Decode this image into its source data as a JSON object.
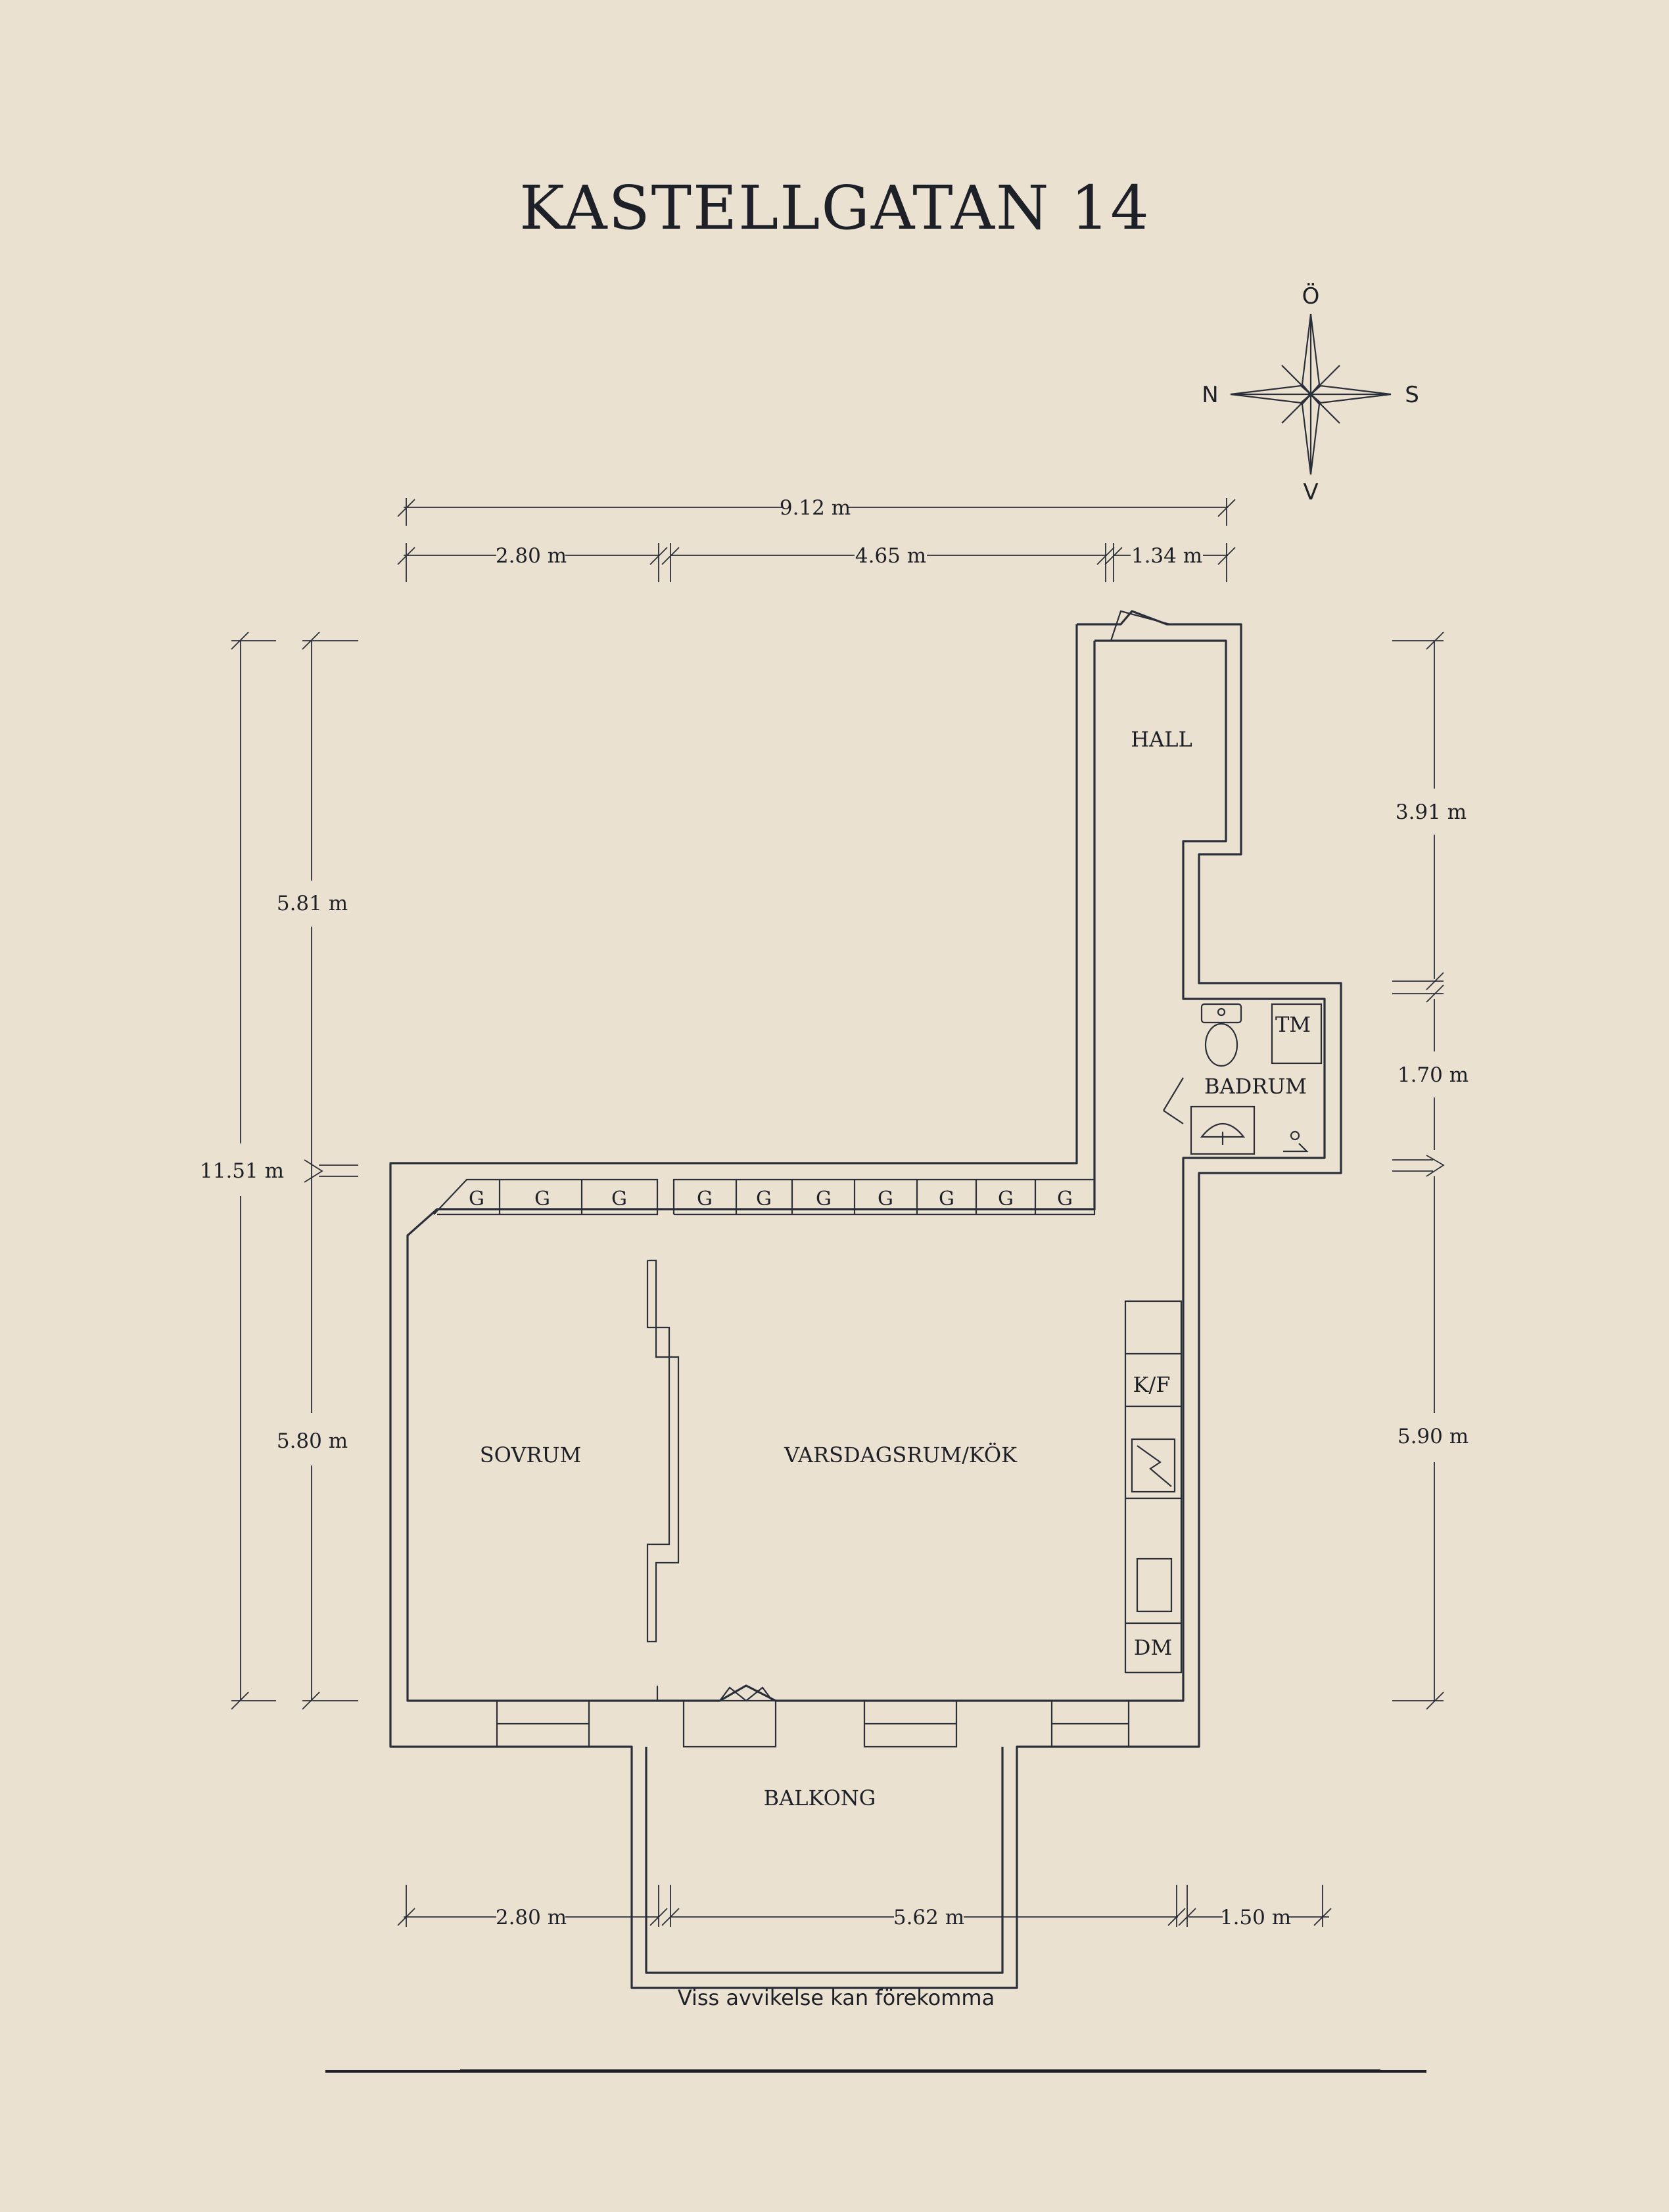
{
  "title": "KASTELLGATAN 14",
  "compass": {
    "north": "N",
    "south": "S",
    "east": "Ö",
    "west": "V"
  },
  "rooms": {
    "hall": "HALL",
    "badrum": "BADRUM",
    "tm": "TM",
    "sovrum": "SOVRUM",
    "vardagsrum": "VARSDAGSRUM/KÖK",
    "kf": "K/F",
    "dm": "DM",
    "balkong": "BALKONG",
    "wardrobe": "G"
  },
  "dimensions": {
    "top_total": "9.12 m",
    "top_a": "2.80 m",
    "top_b": "4.65 m",
    "top_c": "1.34 m",
    "left_total": "11.51 m",
    "left_upper": "5.81 m",
    "left_lower": "5.80 m",
    "right_upper": "3.91 m",
    "right_middle": "1.70 m",
    "right_lower": "5.90 m",
    "bottom_a": "2.80 m",
    "bottom_b": "5.62 m",
    "bottom_c": "1.50 m"
  },
  "disclaimer": "Viss avvikelse kan förekomma"
}
